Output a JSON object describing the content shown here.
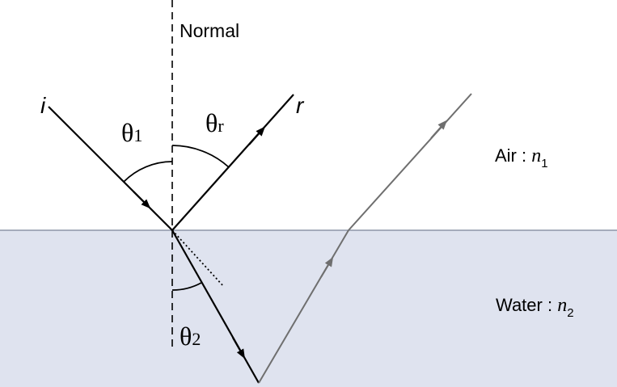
{
  "labels": {
    "normal": "Normal",
    "incident": "i",
    "reflected": "r",
    "theta1_symbol": "θ",
    "theta1_sub": "1",
    "thetar_symbol": "θ",
    "thetar_sub": "r",
    "theta2_symbol": "θ",
    "theta2_sub": "2",
    "air_text": "Air : ",
    "air_n": "n",
    "air_sub": "1",
    "water_text": "Water : ",
    "water_n": "n",
    "water_sub": "2"
  },
  "colors": {
    "water": "#dfe3ef",
    "interface": "#8e96a8",
    "main_ray": "#000000",
    "grey_ray": "#6f6f6f"
  }
}
